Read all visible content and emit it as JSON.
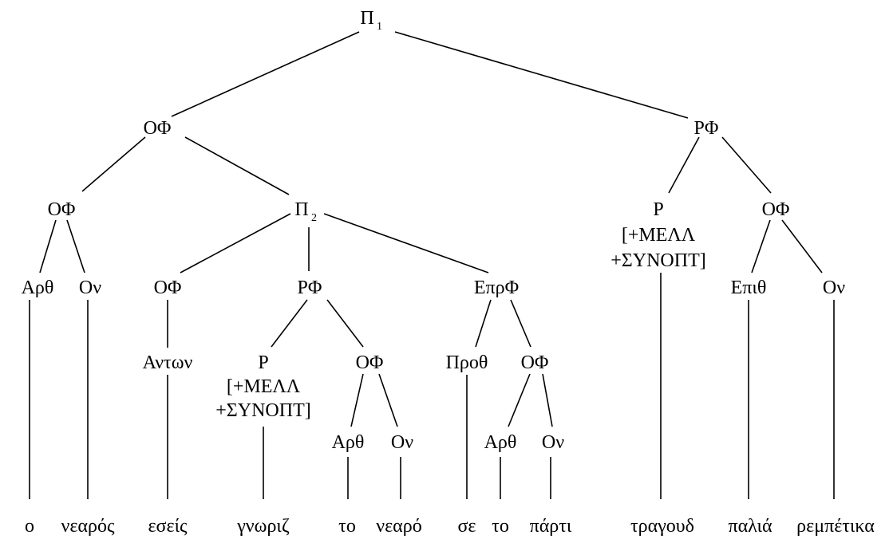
{
  "tree": {
    "root": {
      "label": "Π",
      "sub": "1"
    },
    "np_main": "ΟΦ",
    "vp_main": "ΡΦ",
    "np_left": "ΟΦ",
    "clause2": {
      "label": "Π",
      "sub": "2"
    },
    "v_main": {
      "label": "Ρ",
      "feat1": "[+ΜΕΛΛ",
      "feat2": "+ΣΥΝΟΠΤ]"
    },
    "np_obj_main": "ΟΦ",
    "art1": "Αρθ",
    "noun1": "Ον",
    "np_subj2": "ΟΦ",
    "vp2": "ΡΦ",
    "pp": "ΕπρΦ",
    "adj": "Επιθ",
    "noun_obj": "Ον",
    "pron": "Αντων",
    "v2": {
      "label": "Ρ",
      "feat1": "[+ΜΕΛΛ",
      "feat2": "+ΣΥΝΟΠΤ]"
    },
    "np_obj2": "ΟΦ",
    "prep": "Προθ",
    "np_pp": "ΟΦ",
    "art2": "Αρθ",
    "noun2": "Ον",
    "art3": "Αρθ",
    "noun3": "Ον"
  },
  "leaves": [
    "ο",
    "νεαρός",
    "εσείς",
    "γνωριζ",
    "το",
    "νεαρό",
    "σε",
    "το",
    "πάρτι",
    "τραγουδ",
    "παλιά",
    "ρεμπέτικα"
  ]
}
